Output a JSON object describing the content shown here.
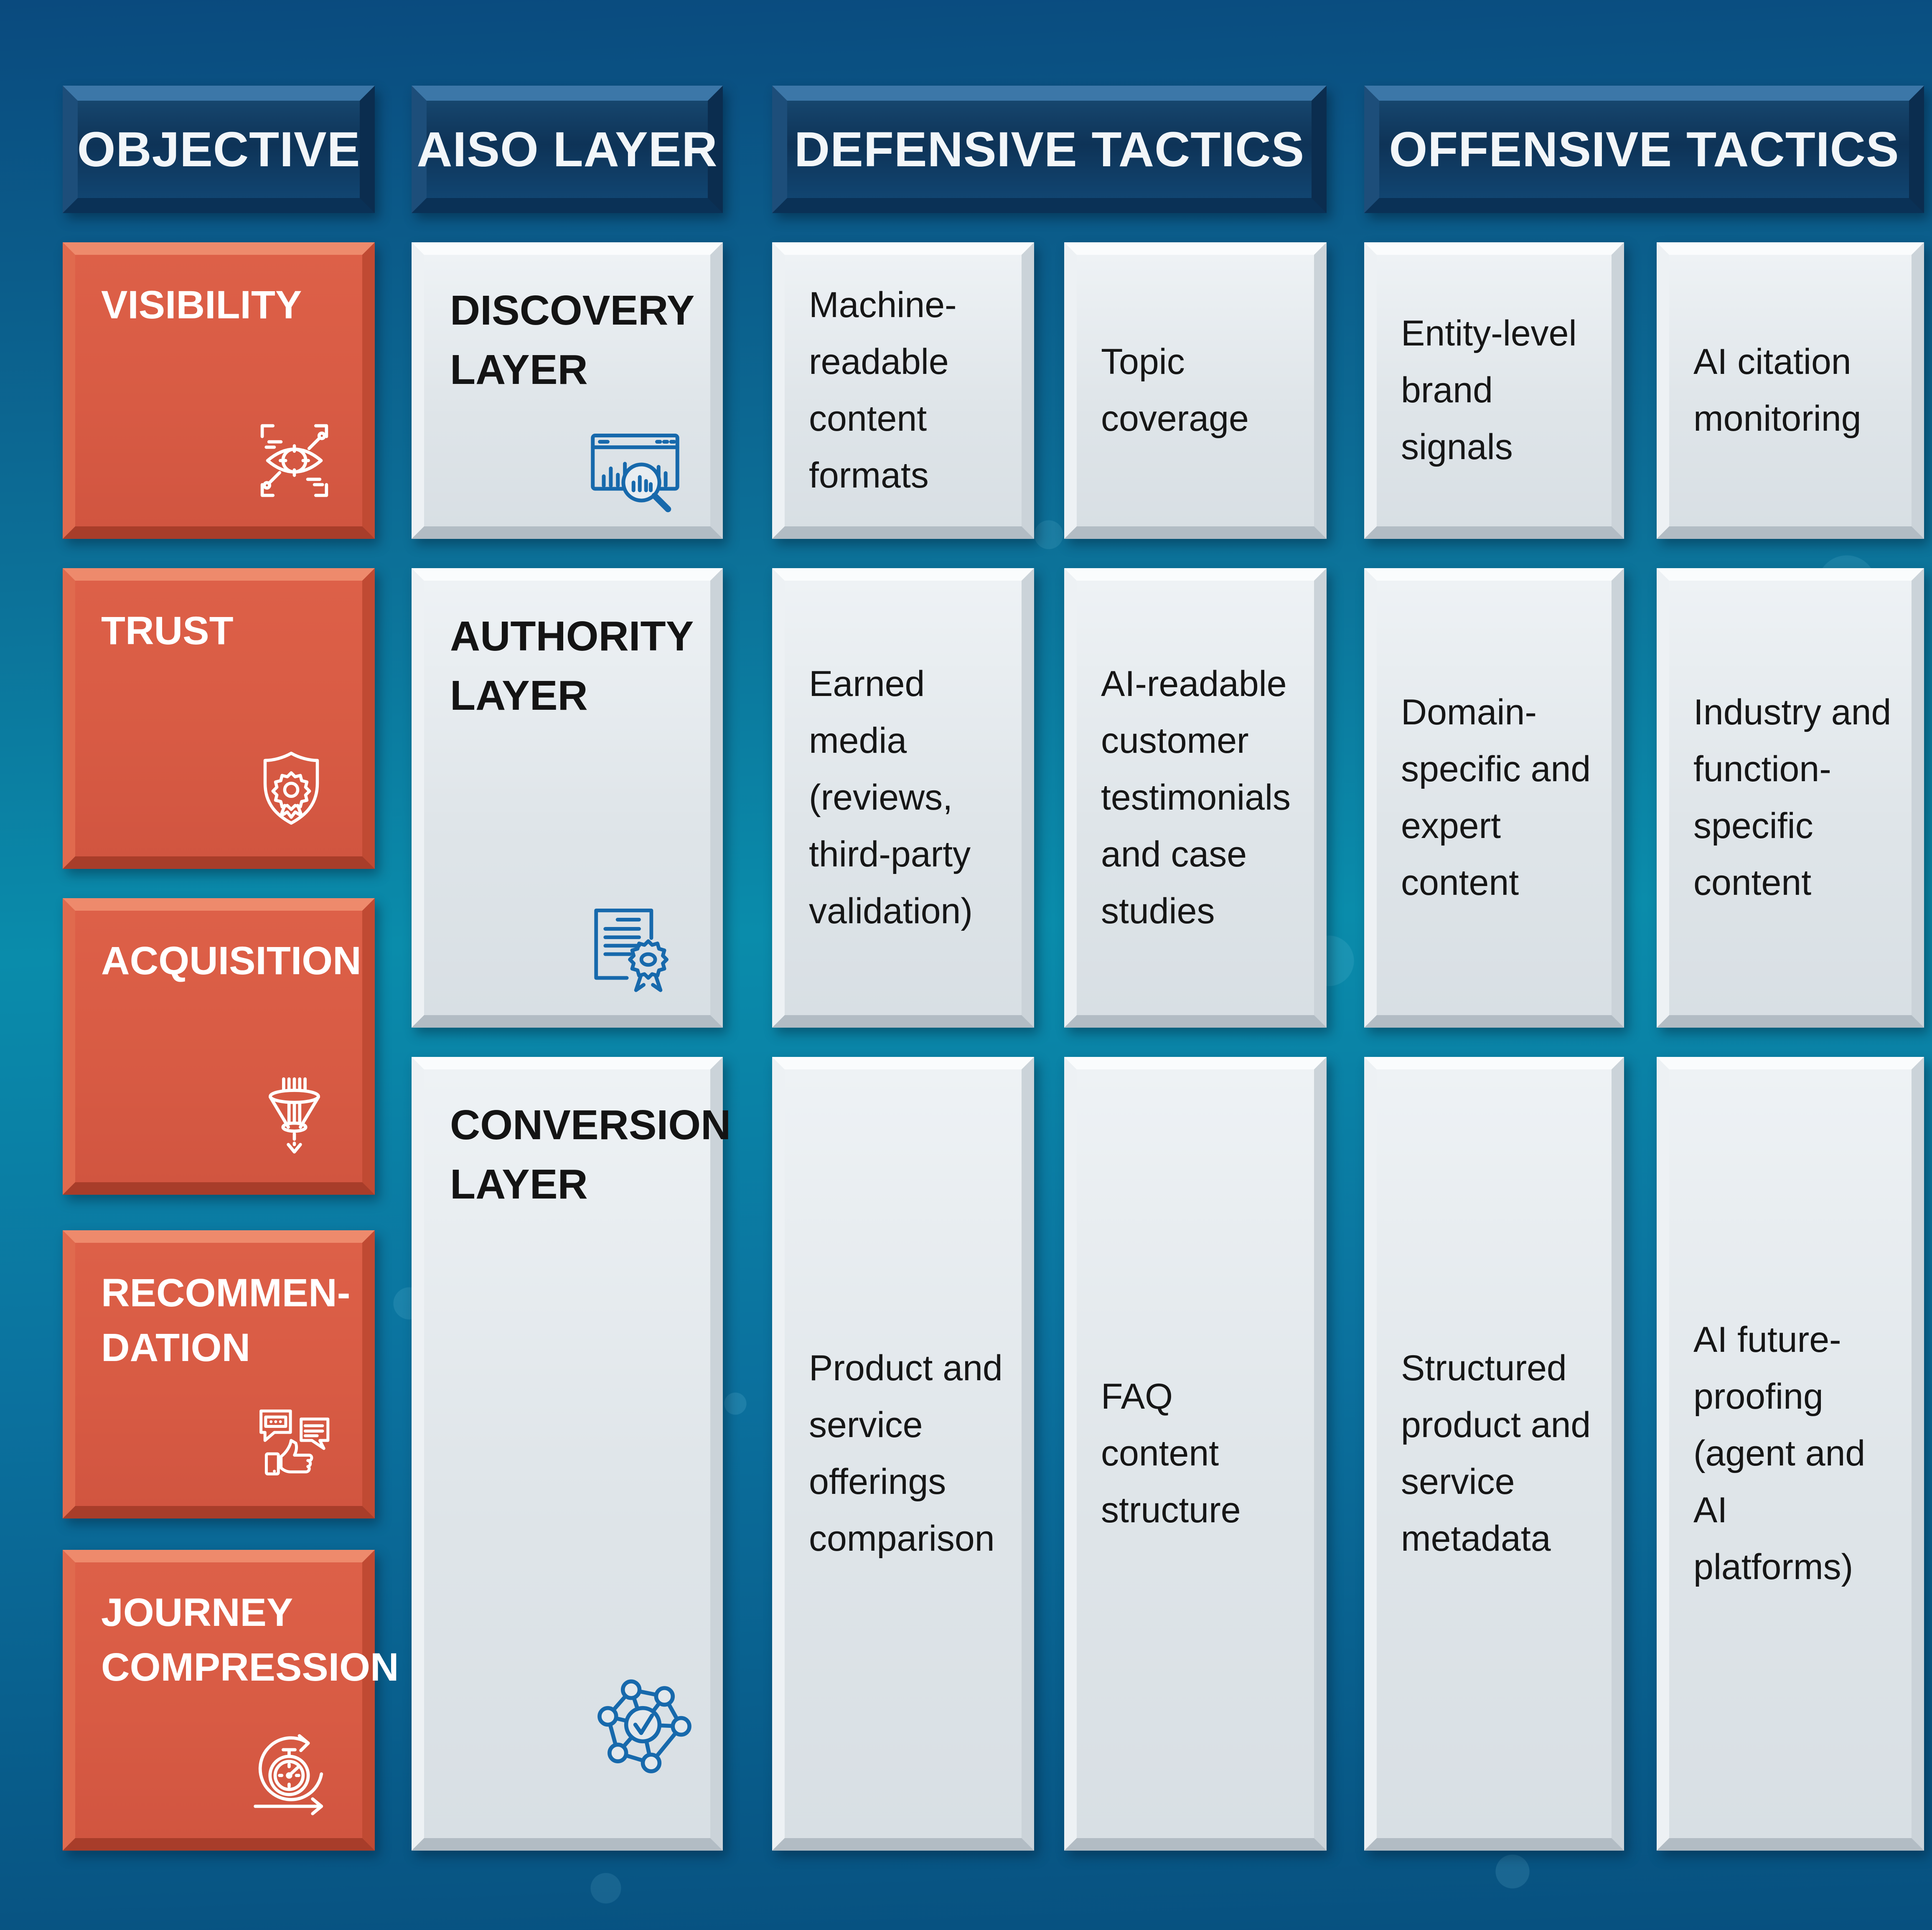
{
  "headers": [
    {
      "label": "OBJECTIVE"
    },
    {
      "label": "AISO LAYER"
    },
    {
      "label": "DEFENSIVE TACTICS"
    },
    {
      "label": "OFFENSIVE TACTICS"
    }
  ],
  "objectives": [
    {
      "label": "VISIBILITY",
      "icon": "eye-scan-icon"
    },
    {
      "label": "TRUST",
      "icon": "shield-badge-icon"
    },
    {
      "label": "ACQUISITION",
      "icon": "funnel-icon"
    },
    {
      "label": "RECOMMEN-DATION",
      "icon": "thumbs-up-chat-icon"
    },
    {
      "label": "JOURNEY COMPRESSION",
      "icon": "stopwatch-cycle-icon"
    }
  ],
  "layers": [
    {
      "label": "DISCOVERY LAYER",
      "icon": "browser-search-icon"
    },
    {
      "label": "AUTHORITY LAYER",
      "icon": "certificate-seal-icon"
    },
    {
      "label": "CONVERSION LAYER",
      "icon": "network-check-icon"
    }
  ],
  "defensive": {
    "rows": [
      [
        "Machine-readable content formats",
        "Topic coverage"
      ],
      [
        "Earned media (reviews, third-party validation)",
        "AI-readable customer testimonials and case studies"
      ],
      [
        "Product and service offerings comparison",
        "FAQ content structure"
      ]
    ]
  },
  "offensive": {
    "rows": [
      [
        "Entity-level brand signals",
        "AI citation monitoring"
      ],
      [
        "Domain-specific and expert content",
        "Industry and function-specific content"
      ],
      [
        "Structured product and service metadata",
        "AI future-proofing (agent and AI platforms)"
      ]
    ]
  },
  "colors": {
    "background_teal": "#0a8cab",
    "background_navy": "#0a4a7e",
    "header_navy": "#0e3357",
    "objective_orange": "#d85b44",
    "cell_gray": "#dfe4e9",
    "icon_blue": "#1769ac",
    "text_dark": "#161616",
    "text_light": "#ffffff"
  }
}
